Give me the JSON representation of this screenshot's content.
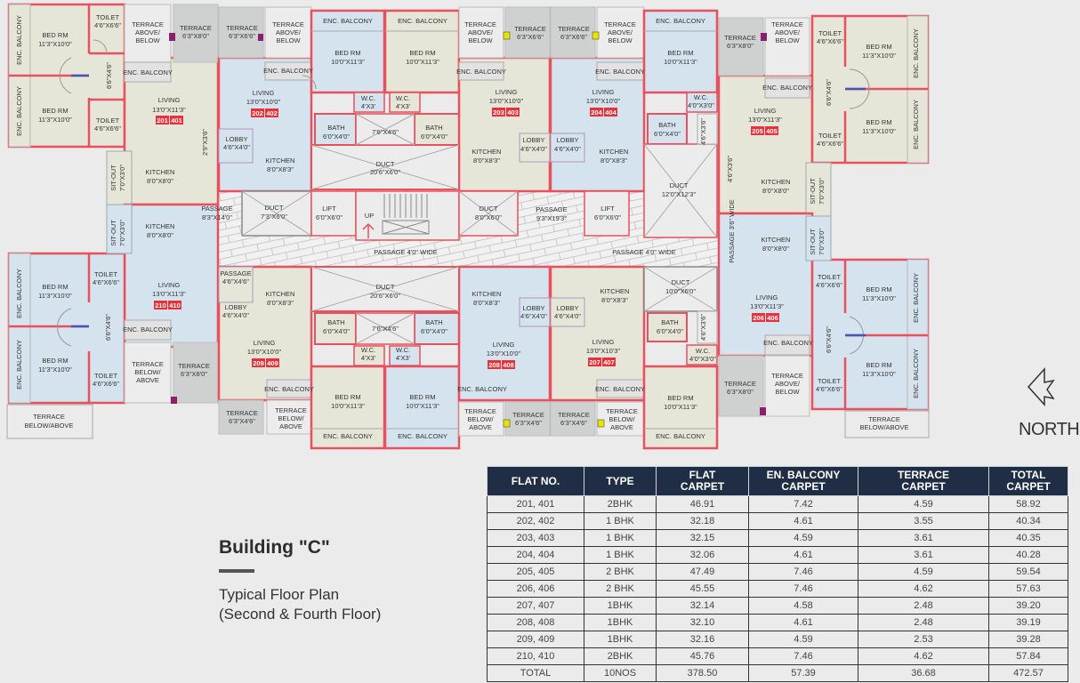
{
  "title": {
    "building": "Building \"C\"",
    "plan_type": "Typical Floor Plan",
    "floors": "(Second & Fourth Floor)"
  },
  "compass": {
    "label": "NORTH",
    "icon": "north-arrow-icon"
  },
  "colors": {
    "wall": "#e94f5c",
    "flat_tag": "#e8313b",
    "room_blue": "#d5e3ee",
    "room_beige": "#e6e6d8",
    "terrace_grey": "#cfd1d1",
    "table_header": "#1f2d45",
    "background": "#ebebeb"
  },
  "plan": {
    "core": {
      "passage_main": "PASSAGE 4'0\" WIDE",
      "passage_side": "PASSAGE 3'6\" WIDE",
      "passage_left": {
        "name": "PASSAGE",
        "dim": "8'3\"X14'0\""
      },
      "passage_center": {
        "name": "PASSAGE",
        "dim": "9'3\"X19'3\""
      },
      "duct_top": {
        "name": "DUCT",
        "dim": "20'6\"X6'0\""
      },
      "duct_bottom": {
        "name": "DUCT",
        "dim": "20'6\"X6'0\""
      },
      "duct_left": {
        "name": "DUCT",
        "dim": "7'3\"X6'0\""
      },
      "duct_mid": {
        "name": "DUCT",
        "dim": "8'0\"X6'0\""
      },
      "duct_right": {
        "name": "DUCT",
        "dim": "12'0\"X12'3\""
      },
      "duct_small": {
        "name": "DUCT",
        "dim": "10'0\"X6'0\""
      },
      "shaft_top": "7'6\"X4'6\"",
      "shaft_bottom": "7'6\"X4'6\"",
      "lift_left": {
        "name": "LIFT",
        "dim": "6'0\"X6'0\""
      },
      "lift_right": {
        "name": "LIFT",
        "dim": "6'0\"X6'0\""
      },
      "stair_up": "UP"
    },
    "flats": [
      {
        "tag": [
          "201",
          "401"
        ],
        "living": "13'0\"X11'3\"",
        "kitchen": "8'0\"X8'0\"",
        "bed1": "11'3\"X10'0\"",
        "bed2": "11'3\"X10'0\"",
        "toilet1": "4'6\"X6'6\"",
        "toilet2": "4'6\"X6'6\"",
        "terrace": "6'3\"X8'0\"",
        "sitout": "7'0\"X3'0\"",
        "lobby": "6'6\"X4'6\"",
        "misc": "2'9\"X3'6\""
      },
      {
        "tag": [
          "202",
          "402"
        ],
        "living": "13'0\"X10'0\"",
        "kitchen": "8'0\"X8'3\"",
        "bed": "10'0\"X11'3\"",
        "bath": "6'0\"X4'0\"",
        "wc": "4'X3'",
        "terrace": "6'3\"X6'6\"",
        "lobby": "4'6\"X4'0\""
      },
      {
        "tag": [
          "203",
          "403"
        ],
        "living": "13'0\"X10'0\"",
        "kitchen": "8'0\"X8'3\"",
        "bed": "10'0\"X11'3\"",
        "bath": "6'0\"X4'0\"",
        "wc": "4'X3'",
        "terrace": "6'3\"X6'6\"",
        "lobby": "4'6\"X4'0\""
      },
      {
        "tag": [
          "204",
          "404"
        ],
        "living": "13'0\"X10'0\"",
        "kitchen": "8'0\"X8'3\"",
        "bed": "10'0\"X11'3\"",
        "bath": "6'0\"X4'0\"",
        "wc": "4'0\"X3'0\"",
        "terrace": "6'3\"X6'6\"",
        "lobby": "4'6\"X4'0\"",
        "misc": "4'6\"X3'6\""
      },
      {
        "tag": [
          "205",
          "405"
        ],
        "living": "13'0\"X11'3\"",
        "kitchen": "8'0\"X8'0\"",
        "bed1": "11'3\"X10'0\"",
        "bed2": "11'3\"X10'0\"",
        "toilet1": "4'6\"X6'6\"",
        "toilet2": "4'6\"X6'6\"",
        "terrace": "6'3\"X8'0\"",
        "sitout": "7'0\"X3'0\"",
        "lobby": "6'6\"X4'6\"",
        "misc": "4'6\"X3'6\""
      },
      {
        "tag": [
          "206",
          "406"
        ],
        "living": "13'0\"X11'3\"",
        "kitchen": "8'0\"X8'0\"",
        "bed1": "11'3\"X10'0\"",
        "bed2": "11'3\"X10'0\"",
        "toilet1": "4'6\"X6'6\"",
        "toilet2": "4'6\"X6'6\"",
        "terrace": "6'3\"X8'0\"",
        "sitout": "7'0\"X3'0\"",
        "lobby": "6'6\"X4'6\""
      },
      {
        "tag": [
          "207",
          "407"
        ],
        "living": "13'0\"X10'3\"",
        "kitchen": "8'0\"X8'3\"",
        "bed": "10'0\"X11'3\"",
        "bath": "6'0\"X4'0\"",
        "wc": "4'0\"X3'0\"",
        "terrace": "6'3\"X4'6\"",
        "lobby": "4'6\"X4'0\"",
        "misc": "4'6\"X3'6\""
      },
      {
        "tag": [
          "208",
          "408"
        ],
        "living": "13'0\"X10'0\"",
        "kitchen": "8'0\"X8'3\"",
        "bed": "10'0\"X11'3\"",
        "bath": "6'0\"X4'0\"",
        "wc": "4'X3'",
        "terrace": "6'3\"X4'6\"",
        "lobby": "4'6\"X4'0\""
      },
      {
        "tag": [
          "209",
          "409"
        ],
        "living": "13'0\"X10'0\"",
        "kitchen": "8'0\"X8'3\"",
        "bed": "10'0\"X11'3\"",
        "bath": "6'0\"X4'0\"",
        "wc": "4'X3'",
        "terrace": "6'3\"X4'6\"",
        "lobby": "4'6\"X4'0\"",
        "passage": "4'6\"X4'6\""
      },
      {
        "tag": [
          "210",
          "410"
        ],
        "living": "13'0\"X11'3\"",
        "kitchen": "8'0\"X8'0\"",
        "bed1": "11'3\"X10'0\"",
        "bed2": "11'3\"X10'0\"",
        "toilet1": "4'6\"X6'6\"",
        "toilet2": "4'6\"X6'6\"",
        "terrace": "6'3\"X8'0\"",
        "sitout": "7'0\"X3'0\"",
        "lobby": "6'6\"X4'6\""
      }
    ],
    "labels": {
      "living": "LIVING",
      "kitchen": "KITCHEN",
      "bed": "BED RM",
      "toilet": "TOILET",
      "bath": "BATH",
      "wc": "W.C.",
      "terrace": "TERRACE",
      "enc_balcony": "ENC. BALCONY",
      "lobby": "LOBBY",
      "sitout": "SIT-OUT",
      "passage": "PASSAGE",
      "terrace_above_below": "TERRACE ABOVE/ BELOW",
      "terrace_below_above": "TERRACE BELOW/ ABOVE",
      "terrace_below_above_wide": "TERRACE BELOW/ABOVE"
    }
  },
  "area_table": {
    "headers": [
      "FLAT NO.",
      "TYPE",
      "FLAT CARPET",
      "EN. BALCONY CARPET",
      "TERRACE CARPET",
      "TOTAL CARPET"
    ],
    "rows": [
      [
        "201, 401",
        "2BHK",
        "46.91",
        "7.42",
        "4.59",
        "58.92"
      ],
      [
        "202, 402",
        "1 BHK",
        "32.18",
        "4.61",
        "3.55",
        "40.34"
      ],
      [
        "203, 403",
        "1 BHK",
        "32.15",
        "4.59",
        "3.61",
        "40.35"
      ],
      [
        "204, 404",
        "1 BHK",
        "32.06",
        "4.61",
        "3.61",
        "40.28"
      ],
      [
        "205, 405",
        "2 BHK",
        "47.49",
        "7.46",
        "4.59",
        "59.54"
      ],
      [
        "206, 406",
        "2 BHK",
        "45.55",
        "7.46",
        "4.62",
        "57.63"
      ],
      [
        "207, 407",
        "1BHK",
        "32.14",
        "4.58",
        "2.48",
        "39.20"
      ],
      [
        "208, 408",
        "1BHK",
        "32.10",
        "4.61",
        "2.48",
        "39.19"
      ],
      [
        "209, 409",
        "1BHK",
        "32.16",
        "4.59",
        "2.53",
        "39.28"
      ],
      [
        "210, 410",
        "2BHK",
        "45.76",
        "7.46",
        "4.62",
        "57.84"
      ]
    ],
    "total": [
      "TOTAL",
      "10NOS",
      "378.50",
      "57.39",
      "36.68",
      "472.57"
    ]
  }
}
